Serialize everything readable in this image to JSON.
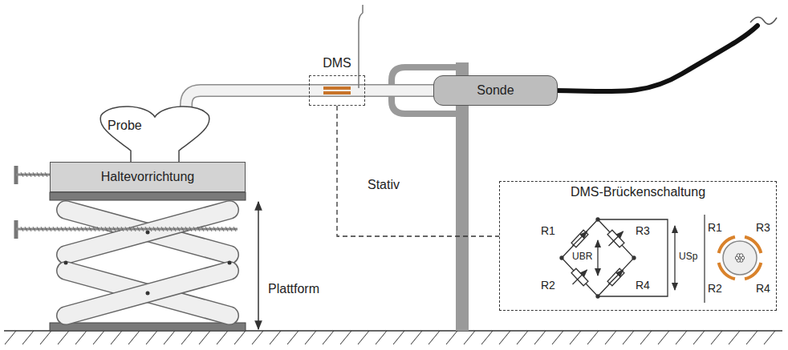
{
  "diagram": {
    "nodes": [
      {
        "text": [
          "DMS"
        ]
      },
      {
        "text": [
          "Probe"
        ]
      },
      {
        "text": [
          "Sonde"
        ]
      },
      {
        "text": [
          "Haltevorrichtung"
        ]
      },
      {
        "text": [
          "DMS-Brückenschaltung"
        ]
      }
    ],
    "edges": [
      {
        "from": 0,
        "to": 4,
        "arrow": "none"
      }
    ],
    "labels": [
      "Stativ",
      "Plattform",
      "R1",
      "R3",
      "UBR",
      "R2",
      "R4",
      "USp",
      "R1",
      "R3",
      "R2",
      "R4"
    ]
  }
}
